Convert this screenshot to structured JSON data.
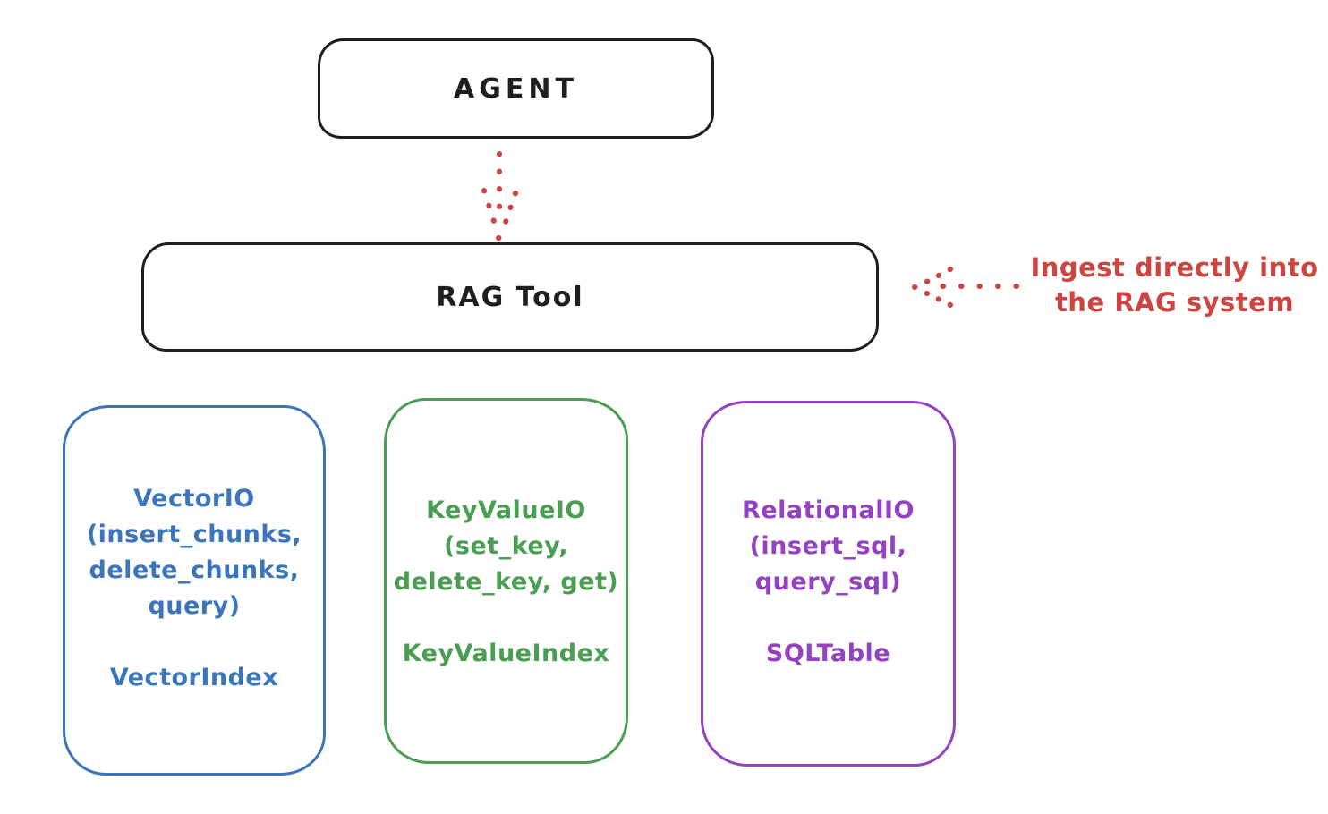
{
  "diagram": {
    "background_color": "#ffffff",
    "stroke_color": "#1e1e1e",
    "accent_red": "#cc4540",
    "agent_box": {
      "label": "AGENT"
    },
    "rag_tool_box": {
      "label": "RAG Tool"
    },
    "agent_to_rag_arrow": {
      "style": "dotted",
      "color": "#cc4540",
      "direction": "down"
    },
    "ingest_annotation": {
      "line1": "Ingest directly into",
      "line2": "the RAG system",
      "color": "#cc4540",
      "arrow_style": "dotted",
      "arrow_direction": "left"
    },
    "io_boxes": [
      {
        "id": "vector-io",
        "color": "#3b76bd",
        "title_lines": [
          "VectorIO",
          "(insert_chunks,",
          "delete_chunks,",
          "query)"
        ],
        "index_label": "VectorIndex"
      },
      {
        "id": "keyvalue-io",
        "color": "#4a9e52",
        "title_lines": [
          "KeyValueIO",
          "(set_key,",
          "delete_key, get)"
        ],
        "index_label": "KeyValueIndex"
      },
      {
        "id": "relational-io",
        "color": "#9542c1",
        "title_lines": [
          "RelationalIO",
          "(insert_sql,",
          "query_sql)"
        ],
        "index_label": "SQLTable"
      }
    ]
  }
}
